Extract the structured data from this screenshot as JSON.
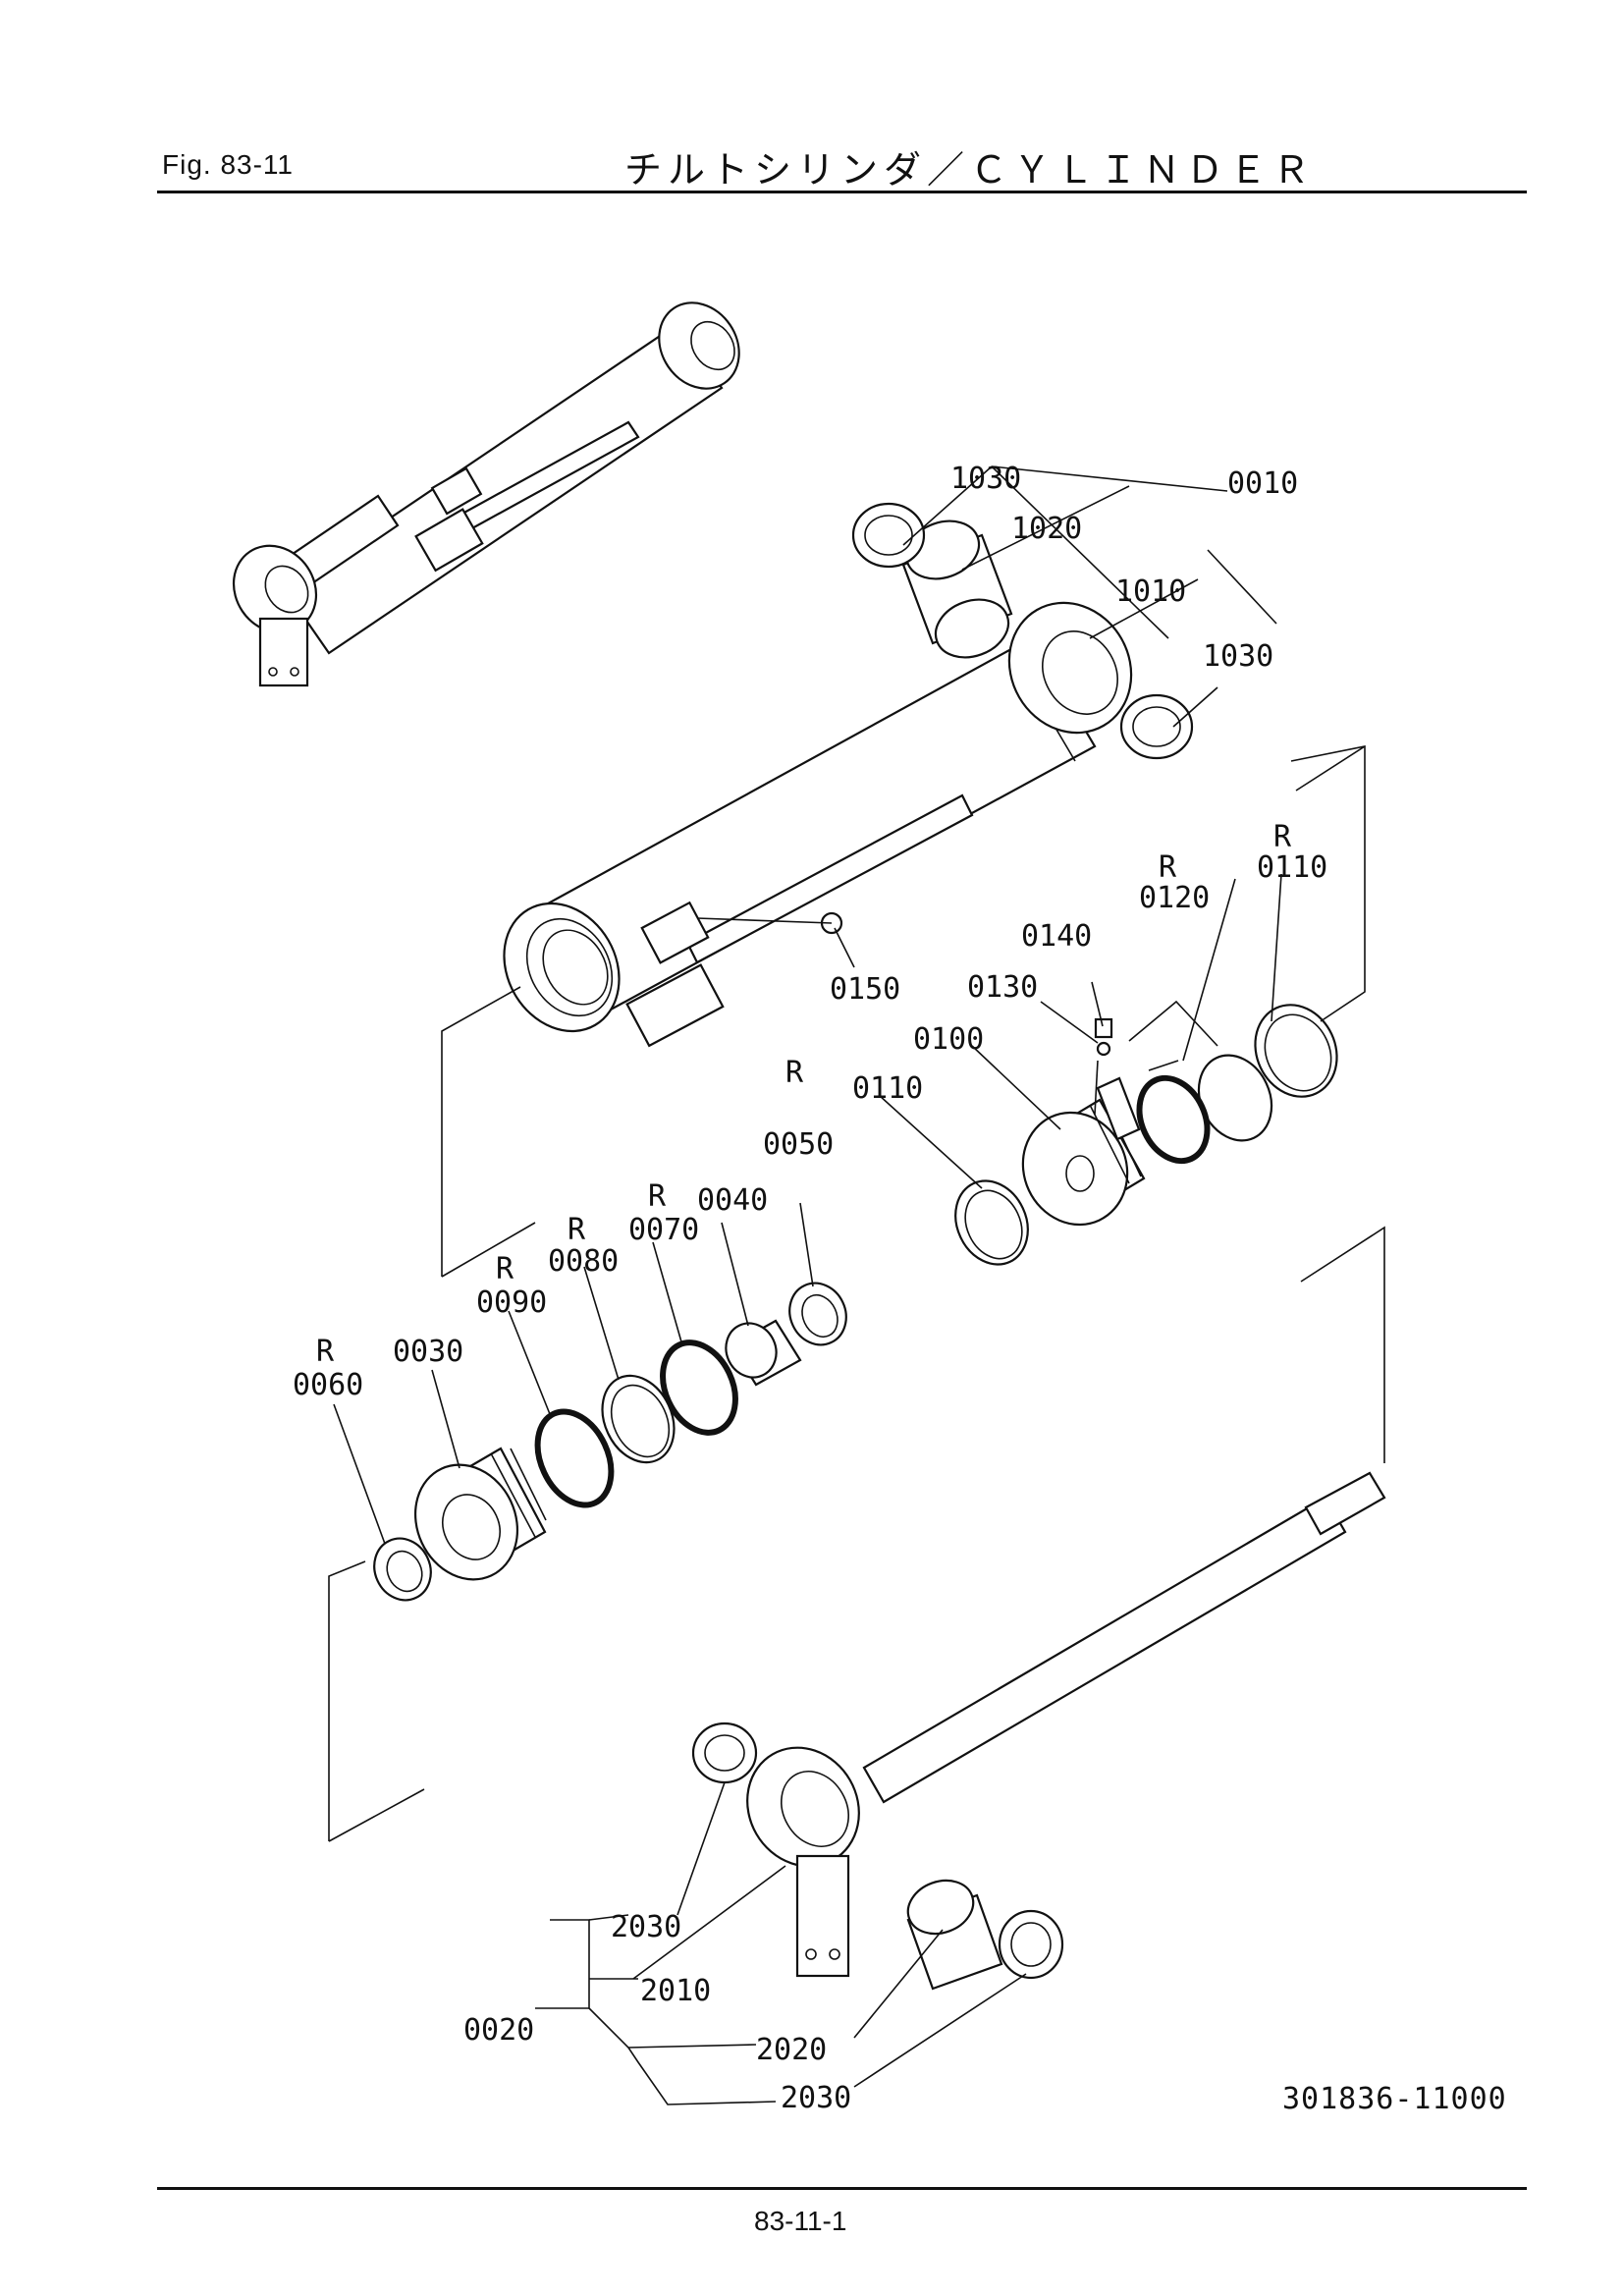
{
  "header": {
    "fig_label": "Fig. 83-11",
    "title": "チルトシリンダ／ＣＹＬＩＮＤＥＲ"
  },
  "callouts": [
    {
      "id": "1030a",
      "text": "1030"
    },
    {
      "id": "0010",
      "text": "0010"
    },
    {
      "id": "1020",
      "text": "1020"
    },
    {
      "id": "1010",
      "text": "1010"
    },
    {
      "id": "1030b",
      "text": "1030"
    },
    {
      "id": "0110a",
      "text": "0110",
      "prefix": "R"
    },
    {
      "id": "0120",
      "text": "0120",
      "prefix": "R"
    },
    {
      "id": "0140",
      "text": "0140"
    },
    {
      "id": "0130",
      "text": "0130"
    },
    {
      "id": "0150",
      "text": "0150"
    },
    {
      "id": "0100",
      "text": "0100"
    },
    {
      "id": "0110b",
      "text": "0110"
    },
    {
      "id": "0050",
      "text": "0050",
      "prefix": "R"
    },
    {
      "id": "0040",
      "text": "0040"
    },
    {
      "id": "0070",
      "text": "0070",
      "prefix": "R"
    },
    {
      "id": "0080",
      "text": "0080",
      "prefix": "R"
    },
    {
      "id": "0090",
      "text": "0090",
      "prefix": "R"
    },
    {
      "id": "0030",
      "text": "0030"
    },
    {
      "id": "0060",
      "text": "0060",
      "prefix": "R"
    },
    {
      "id": "2030a",
      "text": "2030"
    },
    {
      "id": "2010",
      "text": "2010"
    },
    {
      "id": "0020",
      "text": "0020"
    },
    {
      "id": "2020",
      "text": "2020"
    },
    {
      "id": "2030b",
      "text": "2030"
    }
  ],
  "drawing_number": "301836-11000",
  "page_number": "83-11-1"
}
